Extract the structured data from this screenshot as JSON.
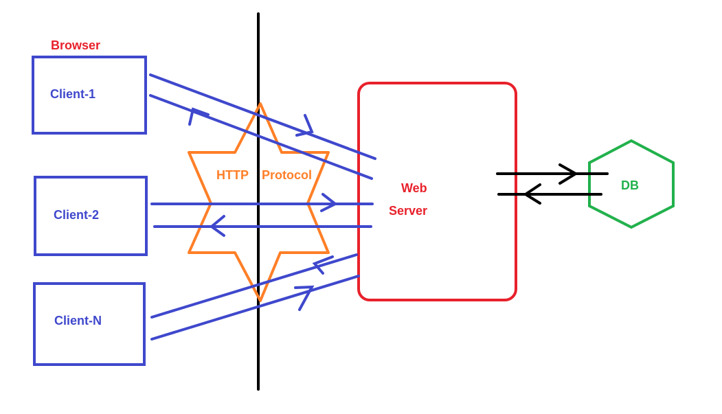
{
  "labels": {
    "browser": "Browser",
    "client1": "Client-1",
    "client2": "Client-2",
    "clientN": "Client-N",
    "http": "HTTP",
    "protocol": "Protocol",
    "web": "Web",
    "server": "Server",
    "db": "DB"
  },
  "colors": {
    "client": "#3f48cc",
    "server": "#e8212b",
    "protocol": "#ff7f27",
    "db": "#22b14c",
    "divider": "#000000",
    "background": "#ffffff"
  }
}
